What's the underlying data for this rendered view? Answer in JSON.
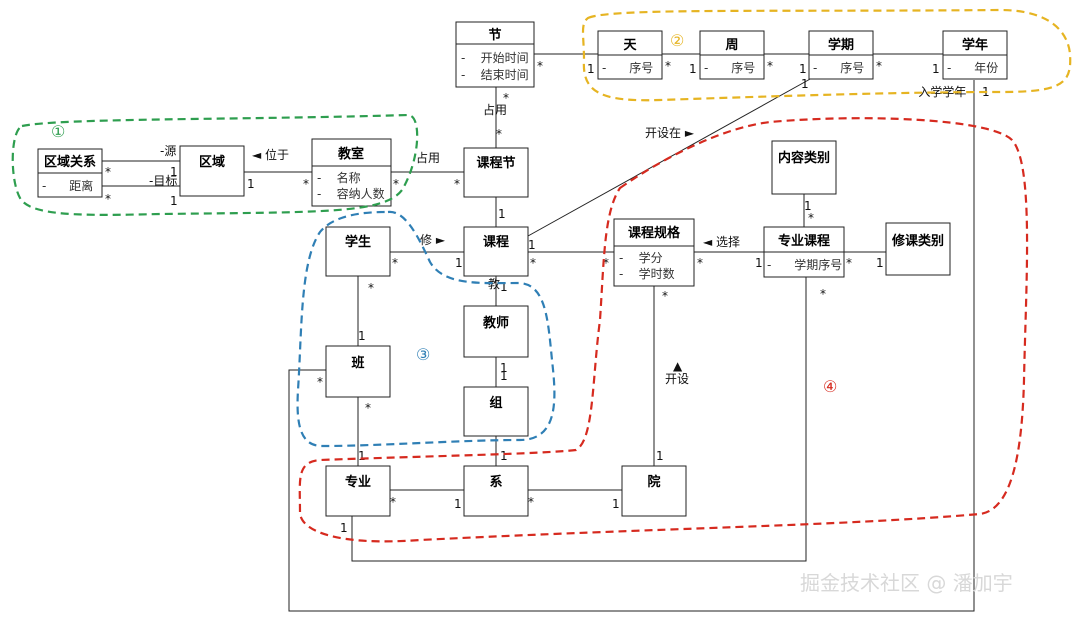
{
  "diagram": {
    "classes": {
      "jie": {
        "title": "节",
        "attrs": [
          "-    开始时间",
          "-    结束时间"
        ]
      },
      "tian": {
        "title": "天",
        "attrs": [
          "-      序号"
        ]
      },
      "zhou": {
        "title": "周",
        "attrs": [
          "-      序号"
        ]
      },
      "xueqi": {
        "title": "学期",
        "attrs": [
          "-      序号"
        ]
      },
      "xuenian": {
        "title": "学年",
        "attrs": [
          "-      年份"
        ]
      },
      "quyuguanxi": {
        "title": "区域关系",
        "attrs": [
          "-      距离"
        ]
      },
      "quyu": {
        "title": "区域",
        "attrs": []
      },
      "jiaoshi": {
        "title": "教室",
        "attrs": [
          "-    名称",
          "-    容纳人数"
        ]
      },
      "kechengjie": {
        "title": "课程节",
        "attrs": []
      },
      "neirongleibie": {
        "title": "内容类别",
        "attrs": []
      },
      "xuesheng": {
        "title": "学生",
        "attrs": []
      },
      "kecheng": {
        "title": "课程",
        "attrs": []
      },
      "kechengguige": {
        "title": "课程规格",
        "attrs": [
          "-    学分",
          "-    学时数"
        ]
      },
      "zhuanyekecheng": {
        "title": "专业课程",
        "attrs": [
          "-      学期序号"
        ]
      },
      "xiukeleibie": {
        "title": "修课类别",
        "attrs": []
      },
      "jiaoshi_teacher": {
        "title": "教师",
        "attrs": []
      },
      "ban": {
        "title": "班",
        "attrs": []
      },
      "zu": {
        "title": "组",
        "attrs": []
      },
      "zhuanye": {
        "title": "专业",
        "attrs": []
      },
      "xi": {
        "title": "系",
        "attrs": []
      },
      "yuan": {
        "title": "院",
        "attrs": []
      }
    },
    "labels": {
      "zhanyong_top": "占用",
      "zhanyong_left": "占用",
      "yuan_src": "-源",
      "mubiao": "-目标",
      "weiyu": "◄ 位于",
      "xiu": "修 ►",
      "jiao": "教",
      "kaishezai": "开设在 ►",
      "xuanze": "◄ 选择",
      "kaishe": "开设",
      "kaishe_arrow": "▲",
      "ruxuexuenian": "-入学学年"
    },
    "multiplicities": {
      "m1": "*",
      "m2": "1",
      "m3": "*",
      "m4": "1",
      "m5": "*",
      "m6": "1",
      "m7": "*",
      "m8": "1",
      "m9": "1",
      "m10": "*",
      "m11": "*",
      "m12": "1",
      "m13": "*",
      "m14": "*",
      "m15": "1",
      "m16": "1",
      "m17": "*",
      "m18": "1",
      "m19": "*",
      "m20": "*",
      "m21": "1",
      "m22": "*",
      "m23": "*",
      "m24": "1",
      "m25": "1",
      "m26": "*",
      "m27": "*",
      "m28": "*",
      "m29": "1",
      "m30": "*",
      "m31": "1",
      "m32": "*",
      "m33": "1",
      "m34": "*",
      "m35": "1",
      "m36": "1",
      "m37": "1",
      "m38": "*",
      "m39": "1",
      "m40": "*",
      "m41": "1",
      "m42": "*",
      "m43": "1",
      "m44": "1",
      "m45": "*",
      "m46": "1",
      "m47": "1",
      "m48": "*",
      "m49": "1"
    },
    "regions": {
      "r1": "①",
      "r2": "②",
      "r3": "③",
      "r4": "④"
    },
    "region_colors": {
      "r1": "#2e9e4f",
      "r2": "#e6b422",
      "r3": "#2f7fb5",
      "r4": "#d62a1f"
    }
  },
  "watermark": "掘金技术社区 @ 潘加宇"
}
